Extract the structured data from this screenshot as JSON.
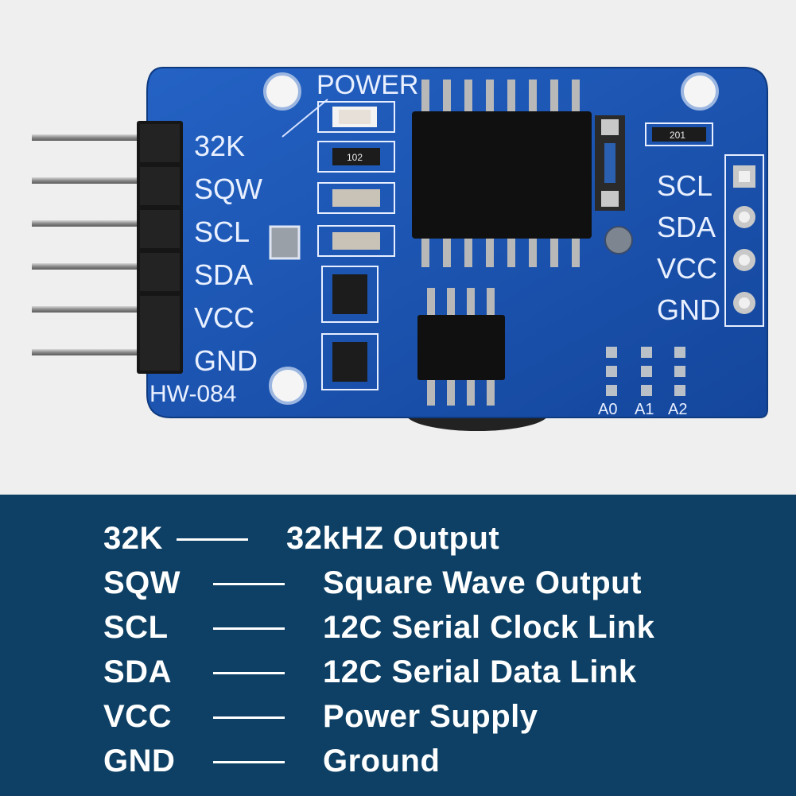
{
  "board": {
    "model_label": "HW-084",
    "power_label": "POWER",
    "left_pins": [
      "32K",
      "SQW",
      "SCL",
      "SDA",
      "VCC",
      "GND"
    ],
    "right_pins": [
      "SCL",
      "SDA",
      "VCC",
      "GND"
    ],
    "address_pads": [
      "A0",
      "A1",
      "A2"
    ],
    "resistor_codes": [
      "102",
      "201"
    ]
  },
  "legend": [
    {
      "pin": "32K",
      "description": "32kHZ Output"
    },
    {
      "pin": "SQW",
      "description": "Square Wave Output"
    },
    {
      "pin": "SCL",
      "description": "12C Serial Clock Link"
    },
    {
      "pin": "SDA",
      "description": "12C Serial Data Link"
    },
    {
      "pin": "VCC",
      "description": "Power Supply"
    },
    {
      "pin": "GND",
      "description": "Ground"
    }
  ],
  "colors": {
    "pcb_blue": "#1b57b5",
    "legend_background": "#0d4064",
    "legend_text": "#ffffff",
    "photo_background": "#efefef"
  }
}
